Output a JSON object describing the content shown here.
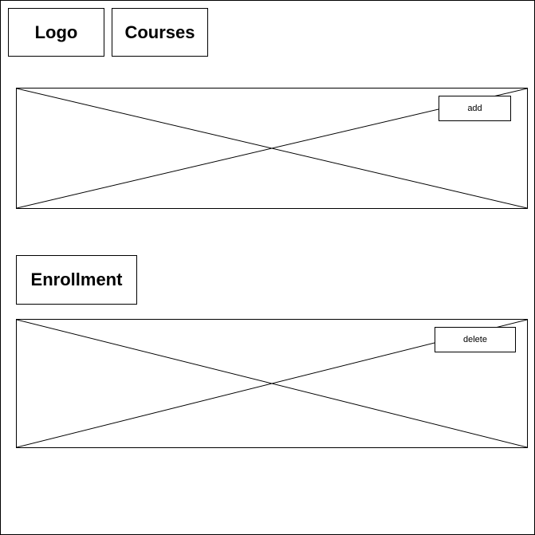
{
  "header": {
    "logo_label": "Logo",
    "courses_label": "Courses"
  },
  "courses_section": {
    "add_label": "add"
  },
  "enrollment_section": {
    "title": "Enrollment",
    "delete_label": "delete"
  }
}
